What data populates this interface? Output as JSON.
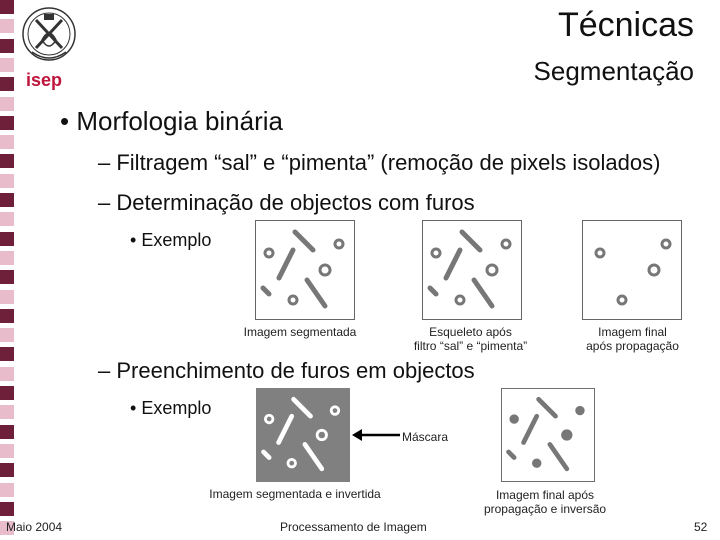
{
  "header": {
    "title": "Técnicas",
    "subtitle": "Segmentação",
    "logo_text": "isep"
  },
  "content": {
    "bullet1": "Morfologia binária",
    "dash1": "Filtragem “sal” e “pimenta” (remoção de pixels isolados)",
    "dash2": "Determinação de objectos com furos",
    "example1": "Exemplo",
    "caption1": "Imagem segmentada",
    "caption2_line1": "Esqueleto após",
    "caption2_line2": "filtro “sal” e “pimenta”",
    "caption3_line1": "Imagem final",
    "caption3_line2": "após propagação",
    "dash3": "Preenchimento de furos em objectos",
    "example2": "Exemplo",
    "mask_label": "Máscara",
    "caption4": "Imagem segmentada e invertida",
    "caption5_line1": "Imagem final após",
    "caption5_line2": "propagação e inversão"
  },
  "footer": {
    "date": "Maio 2004",
    "center": "Processamento de Imagem",
    "page": "52"
  },
  "colors": {
    "sidebar_dark": "#6e1f3a",
    "sidebar_light": "#e8bccb",
    "logo_red": "#c0143c"
  }
}
